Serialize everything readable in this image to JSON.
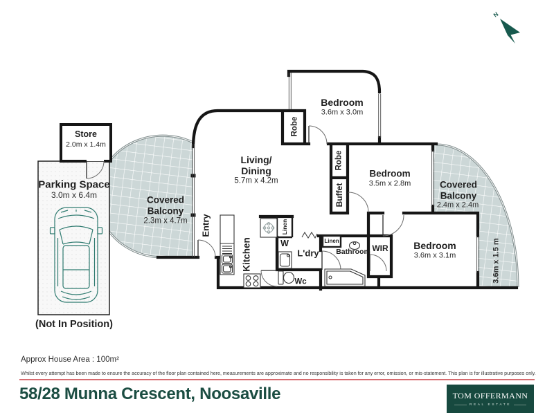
{
  "plan": {
    "north": "N",
    "store": {
      "label": "Store",
      "dims": "2.0m x 1.4m"
    },
    "parking": {
      "label": "Parking Space",
      "dims": "3.0m x 6.4m",
      "note": "(Not In Position)"
    },
    "balcony_left": {
      "line1": "Covered",
      "line2": "Balcony",
      "dims": "2.3m x 4.7m"
    },
    "balcony_right": {
      "line1": "Covered",
      "line2": "Balcony",
      "dims": "2.4m x 2.4m",
      "side_dims": "3.6m x 1.5 m"
    },
    "living": {
      "line1": "Living/",
      "line2": "Dining",
      "dims": "5.7m x 4.2m"
    },
    "bedroom_top": {
      "label": "Bedroom",
      "dims": "3.6m x 3.0m"
    },
    "bedroom_mid": {
      "label": "Bedroom",
      "dims": "3.5m x 2.8m"
    },
    "bedroom_right": {
      "label": "Bedroom",
      "dims": "3.6m x 3.1m"
    },
    "entry": "Entry",
    "kitchen": "Kitchen",
    "laundry": "L'dry",
    "washer": "W",
    "wc": "Wc",
    "bathroom": "Bathroom",
    "wir": "WIR",
    "robe_top": "Robe",
    "robe_mid": "Robe",
    "buffet": "Buffet",
    "linen_kitchen": "Linen",
    "linen_bath": "Linen"
  },
  "footer": {
    "area": "Approx House Area : 100m²",
    "disclaimer": "Whilst every attempt has been made to ensure the accuracy of the floor plan contained here, measurements are approximate and no responsibility is taken for any error, omission, or mis-statement. This plan is for illustrative purposes only.",
    "address": "58/28 Munna Crescent, Noosaville"
  },
  "logo": {
    "line1": "TOM OFFERMANN",
    "line2": "REAL ESTATE"
  },
  "colors": {
    "brand_green": "#17493f",
    "address_green": "#1b4d42",
    "wall_black": "#161616",
    "balcony_fill": "#ccd7d7",
    "car_outline": "#2f7b70",
    "divider_red": "#c9454b"
  }
}
